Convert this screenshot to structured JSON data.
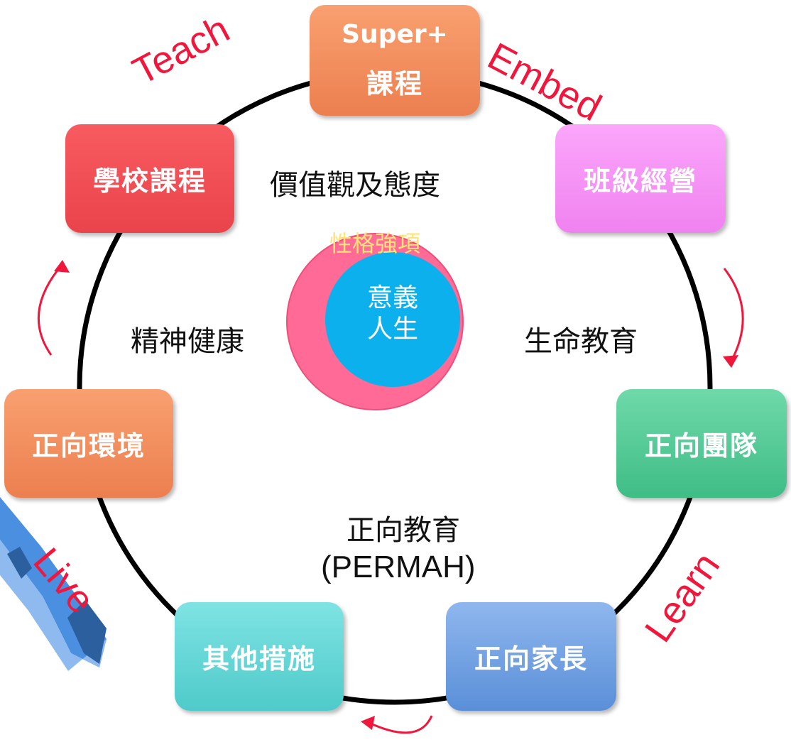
{
  "nodes": {
    "top": {
      "line1": "Super+",
      "line2": "課程",
      "color": "#f08a5a"
    },
    "school_curriculum": {
      "label": "學校課程",
      "color": "#f04e55"
    },
    "class_management": {
      "label": "班級經營",
      "color": "#f794f7"
    },
    "positive_team": {
      "label": "正向團隊",
      "color": "#4fc995"
    },
    "positive_parents": {
      "label": "正向家長",
      "color": "#6e9fe0"
    },
    "other_measures": {
      "label": "其他措施",
      "color": "#62d6d6"
    },
    "positive_environment": {
      "label": "正向環境",
      "color": "#f08a5a"
    }
  },
  "center": {
    "outer_label": "性格強項",
    "inner_line1": "意義",
    "inner_line2": "人生",
    "outer_color": "#ff6b96",
    "inner_color": "#0bb0ec",
    "outer_label_color": "#ffe27a"
  },
  "labels": {
    "values": "價值觀及態度",
    "mental_health": "精神健康",
    "life_education": "生命教育",
    "positive_education": "正向教育",
    "permah": "(PERMAH)"
  },
  "actions": {
    "teach": "Teach",
    "embed": "Embed",
    "learn": "Learn",
    "live": "Live"
  },
  "accent_color": "#f0163c"
}
